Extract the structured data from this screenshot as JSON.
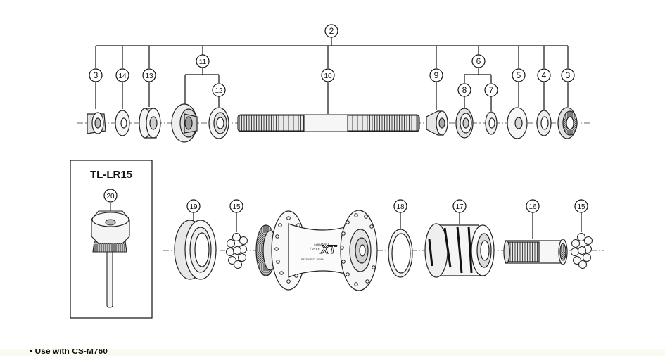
{
  "tool": {
    "name": "TL-LR15",
    "callout": "20"
  },
  "hub_brand": {
    "maker": "SHIMANO",
    "series": "Deore",
    "model": "XT",
    "origin": "PATENTED JAPAN"
  },
  "footnote": "• Use with CS-M760",
  "callouts": {
    "axle_assembly": "2",
    "lock_nut_left": "3",
    "washer_left": "14",
    "cone_spacer_left": "13",
    "left_cone_assembly": "11",
    "dust_cap_left": "12",
    "hub_axle": "10",
    "cone_right": "9",
    "right_cone_assembly": "6",
    "dust_cap_right": "8",
    "seal_ring_right": "7",
    "spacer_right": "5",
    "washer_right": "4",
    "lock_nut_right": "3",
    "dust_cover": "19",
    "balls_left": "15",
    "spacer_ring": "18",
    "freehub_body": "17",
    "freehub_fixing_bolt": "16",
    "balls_right": "15"
  }
}
